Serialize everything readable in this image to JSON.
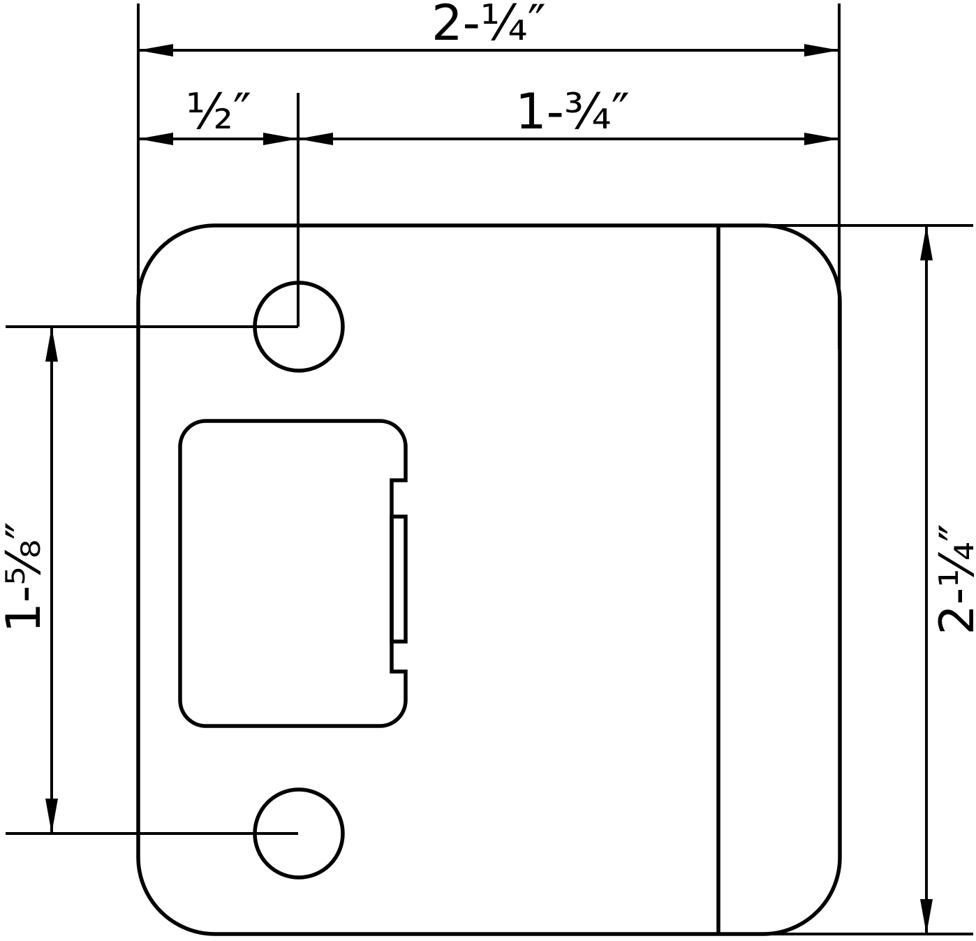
{
  "colors": {
    "line": "#000000",
    "background": "#ffffff"
  },
  "dimensions": {
    "overall_width": "2-¼″",
    "hole_offset": "½″",
    "latch_to_edge": "1-¾″",
    "hole_spacing": "1-⅝″",
    "overall_height": "2-¼″"
  }
}
